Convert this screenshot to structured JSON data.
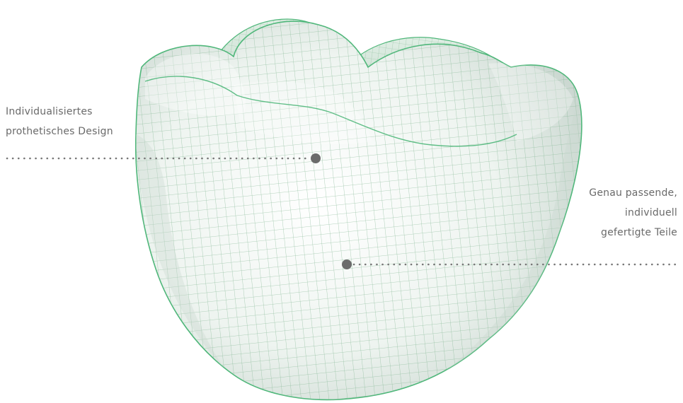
{
  "annotations": {
    "design": {
      "lines": [
        "Individualisiertes",
        "prothetisches Design"
      ]
    },
    "parts": {
      "lines": [
        "Genau passende,",
        "individuell",
        "gefertigte Teile"
      ]
    }
  },
  "colors": {
    "mesh": "#4fb77a",
    "tooth_fill": "#eef4f0",
    "tooth_shadow": "#c9d6cf",
    "label_text": "#6a6a6a",
    "marker": "#6b6b6b",
    "leader_dots": "#777777"
  },
  "icons": {
    "image": "tooth-wireframe-illustration",
    "marker": "point-marker-icon"
  }
}
